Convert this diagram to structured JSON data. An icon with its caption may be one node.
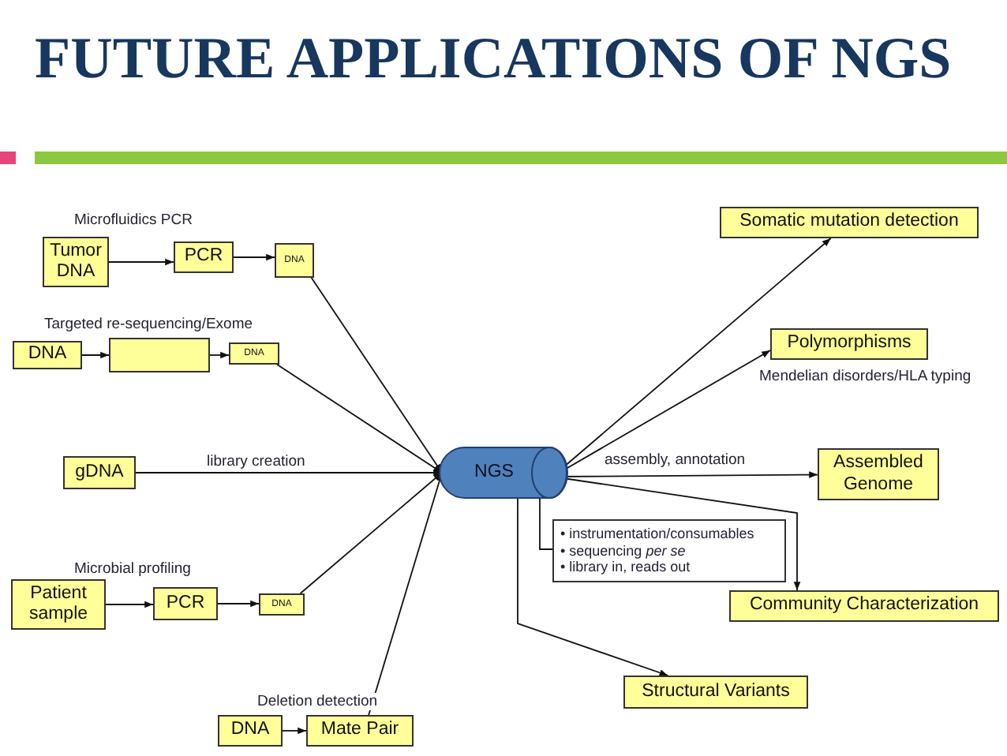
{
  "diagram": {
    "title": "FUTURE APPLICATIONS OF NGS",
    "nodes": [
      {
        "text": [
          "Tumor DNA"
        ]
      },
      {
        "text": [
          "PCR"
        ]
      },
      {
        "text": [
          "DNA"
        ]
      },
      {
        "text": [
          "DNA"
        ]
      },
      {
        "text": [],
        "shape": "box"
      },
      {
        "text": [
          "DNA"
        ]
      },
      {
        "text": [
          "gDNA"
        ]
      },
      {
        "text": [
          "NGS"
        ]
      },
      {
        "text": [
          "Patient sample"
        ]
      },
      {
        "text": [
          "PCR"
        ]
      },
      {
        "text": [
          "DNA"
        ]
      },
      {
        "text": [
          "DNA"
        ]
      },
      {
        "text": [
          "Mate Pair"
        ]
      },
      {
        "text": [
          "Somatic mutation detection"
        ]
      },
      {
        "text": [
          "Polymorphisms"
        ]
      },
      {
        "text": [
          "Assembled Genome"
        ]
      },
      {
        "text": [
          "• instrumentation/consumables",
          "• sequencing *per se*",
          "• library in, reads out"
        ]
      },
      {
        "text": [
          "Community Characterization"
        ]
      },
      {
        "text": [
          "Structural Variants"
        ]
      }
    ],
    "edges": [
      {
        "from": 0,
        "to": 1,
        "arrow": "to"
      },
      {
        "from": 1,
        "to": 2,
        "arrow": "to"
      },
      {
        "from": 2,
        "to": 7,
        "arrow": "to"
      },
      {
        "from": 3,
        "to": 4,
        "arrow": "to"
      },
      {
        "from": 4,
        "to": 5,
        "arrow": "to"
      },
      {
        "from": 5,
        "to": 7,
        "arrow": "to"
      },
      {
        "from": 6,
        "to": 7,
        "arrow": "to",
        "label": "library creation"
      },
      {
        "from": 8,
        "to": 9,
        "arrow": "to"
      },
      {
        "from": 9,
        "to": 10,
        "arrow": "to"
      },
      {
        "from": 10,
        "to": 7,
        "arrow": "to"
      },
      {
        "from": 11,
        "to": 12,
        "arrow": "to"
      },
      {
        "from": 12,
        "to": 7,
        "arrow": "to"
      },
      {
        "from": 7,
        "to": 13,
        "arrow": "to"
      },
      {
        "from": 7,
        "to": 14,
        "arrow": "to"
      },
      {
        "from": 7,
        "to": 15,
        "arrow": "to",
        "label": "assembly, annotation"
      },
      {
        "from": 7,
        "to": 16,
        "arrow": "none"
      },
      {
        "from": 7,
        "to": 17,
        "arrow": "to"
      },
      {
        "from": 7,
        "to": 18,
        "arrow": "to"
      }
    ],
    "labels": [
      "Microfluidics PCR",
      "Targeted re-sequencing/Exome",
      "Mendelian disorders/HLA typing",
      "Microbial profiling",
      "Deletion detection"
    ]
  }
}
